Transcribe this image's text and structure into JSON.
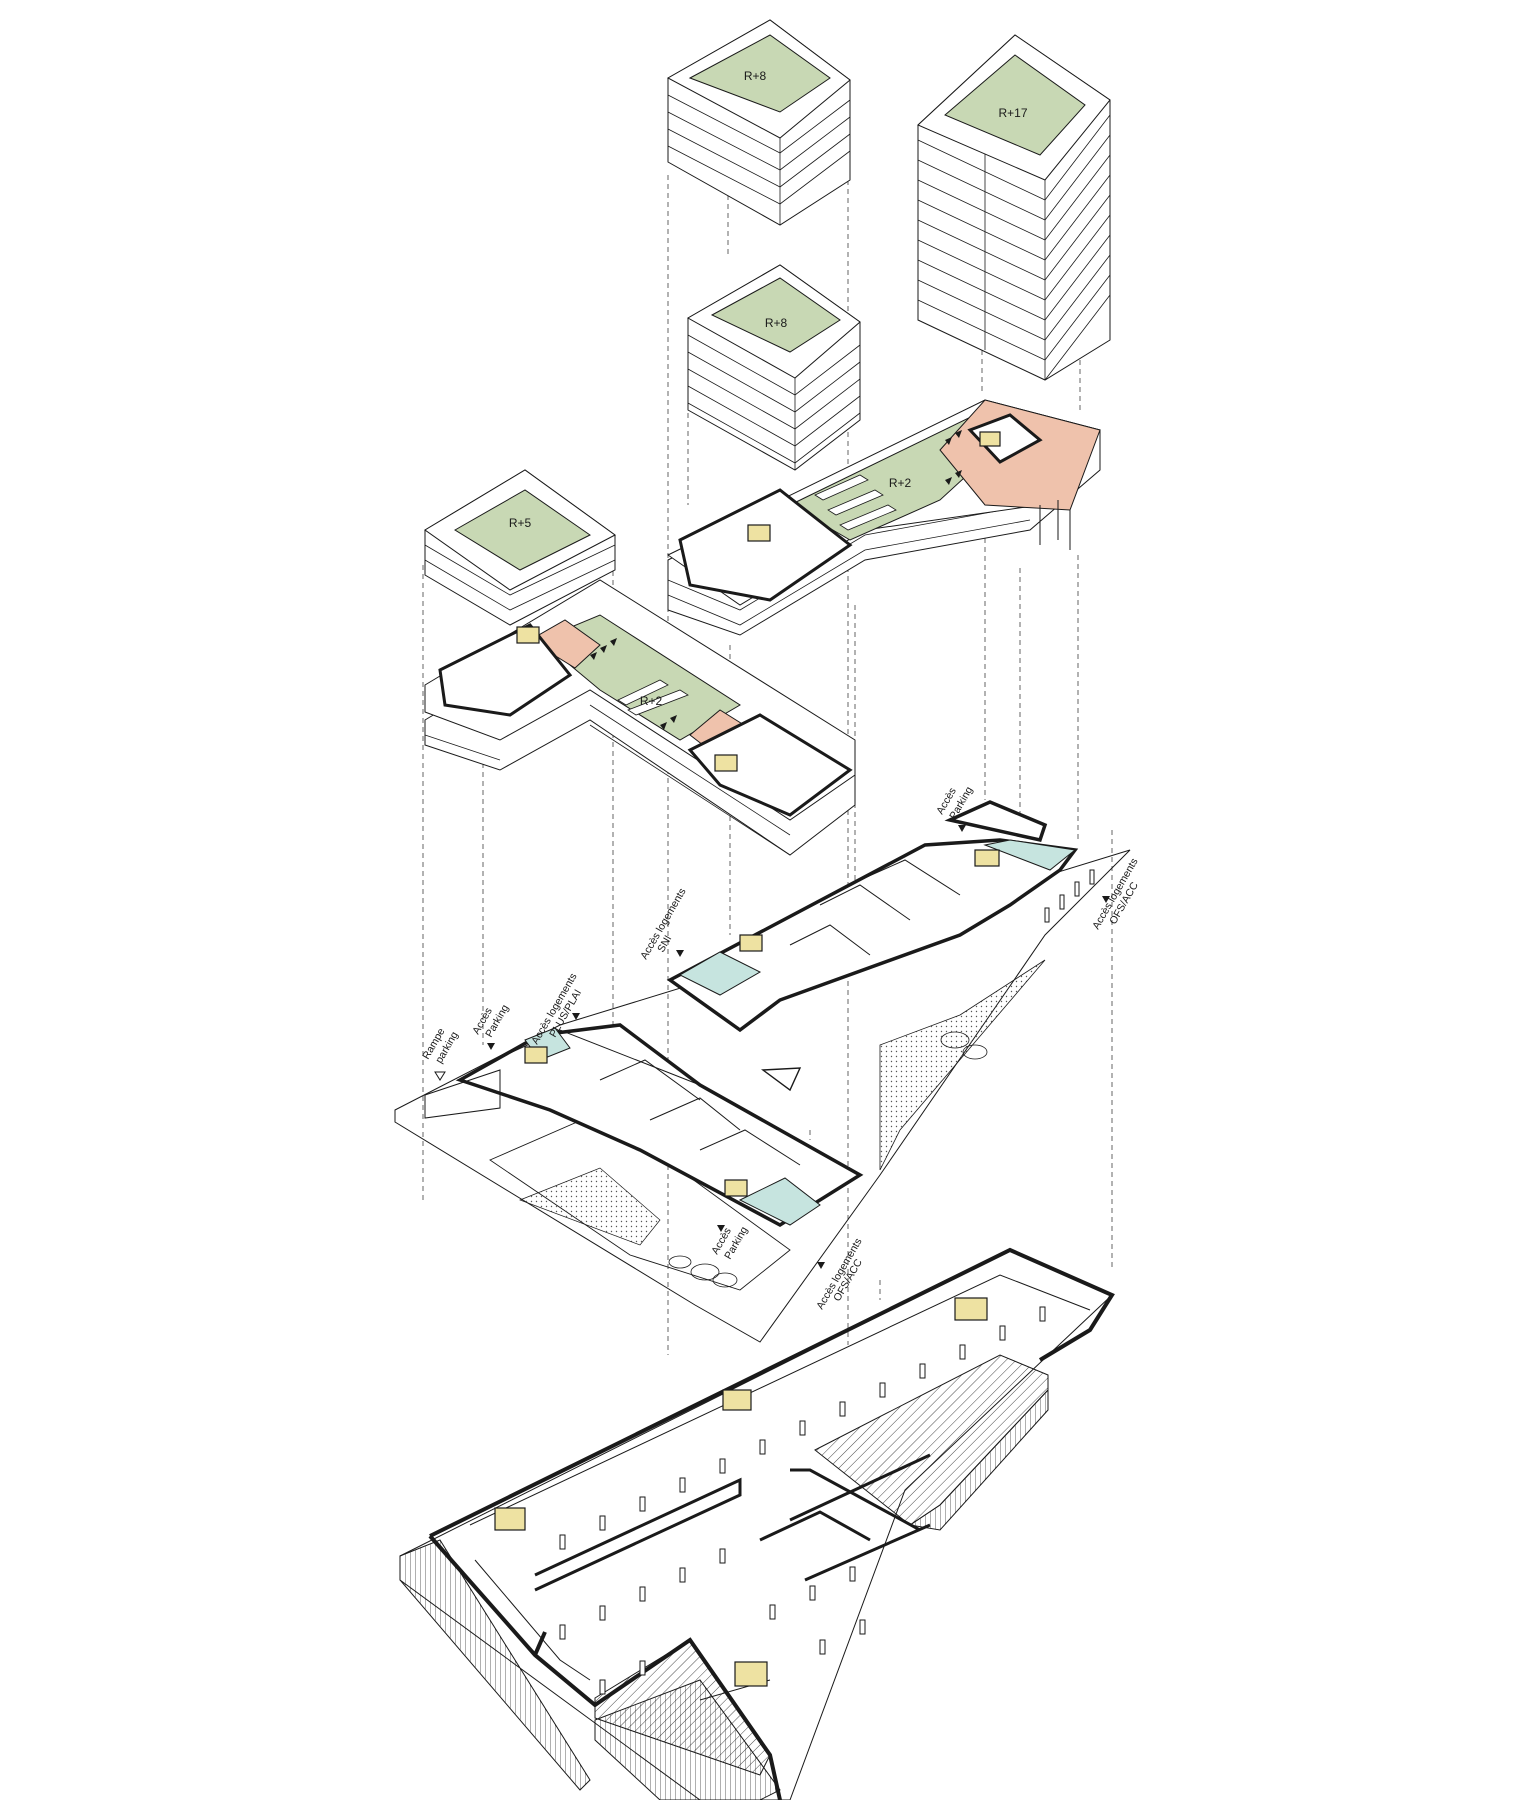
{
  "colors": {
    "line": "#1a1a1a",
    "roof_green": "#c8d8b4",
    "terrace_salmon": "#efc2ac",
    "core_yellow": "#eee2a2",
    "lobby_teal": "#c6e4df",
    "background": "#ffffff"
  },
  "roof_labels": {
    "tower_a_top": "R+8",
    "tower_a_bottom": "R+8",
    "tower_b": "R+17",
    "block_left": "R+5",
    "podium_right": "R+2",
    "podium_left": "R+2"
  },
  "access_labels": {
    "ramp_1": "Rampe",
    "ramp_2": "parking",
    "park_left_1": "Accès",
    "park_left_2": "Parking",
    "plus_1": "Accès logements",
    "plus_2": "PLUS/PLAI",
    "sni_1": "Accès logements",
    "sni_2": "SNI",
    "park_top_1": "Accès",
    "park_top_2": "Parking",
    "ofs_right_1": "Accès logements",
    "ofs_right_2": "OFS/ACC",
    "park_bot_1": "Accès",
    "park_bot_2": "Parking",
    "ofs_bot_1": "Accès logements",
    "ofs_bot_2": "OFS/ACC"
  }
}
